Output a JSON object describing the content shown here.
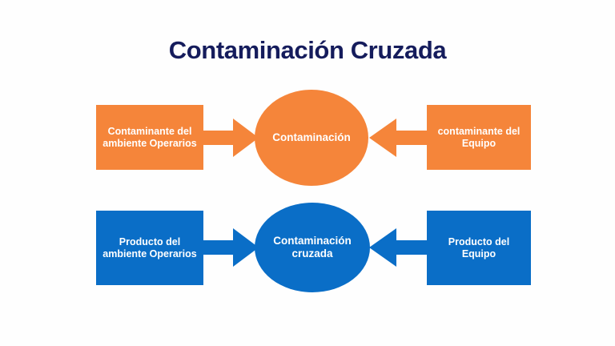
{
  "page": {
    "title": "Contaminación Cruzada",
    "background_color": "#fefefe",
    "title_color": "#151c5c"
  },
  "colors": {
    "orange": "#f5853a",
    "blue": "#0a6ec7",
    "text_on_shape": "#ffffff",
    "navy_title": "#151c5c"
  },
  "diagram": {
    "type": "convergence-flow",
    "rows": [
      {
        "id": "row-contaminacion",
        "accent": "#f5853a",
        "left_box": "Contaminante del ambiente Operarios",
        "left_box_lines": [
          "Contaminante",
          "del ambiente",
          "Operarios"
        ],
        "center": "Contaminación",
        "center_lines": [
          "Contaminación"
        ],
        "right_box": "contaminante del Equipo",
        "right_box_lines": [
          "contaminante",
          "del Equipo"
        ],
        "left_arrow_direction": "right",
        "right_arrow_direction": "left"
      },
      {
        "id": "row-contaminacion-cruzada",
        "accent": "#0a6ec7",
        "left_box": "Producto del ambiente Operarios",
        "left_box_lines": [
          "Producto del",
          "ambiente",
          "Operarios"
        ],
        "center": "Contaminación cruzada",
        "center_lines": [
          "Contaminación",
          "cruzada"
        ],
        "right_box": "Producto del Equipo",
        "right_box_lines": [
          "Producto",
          "del",
          "Equipo"
        ],
        "left_arrow_direction": "right",
        "right_arrow_direction": "left"
      }
    ]
  }
}
